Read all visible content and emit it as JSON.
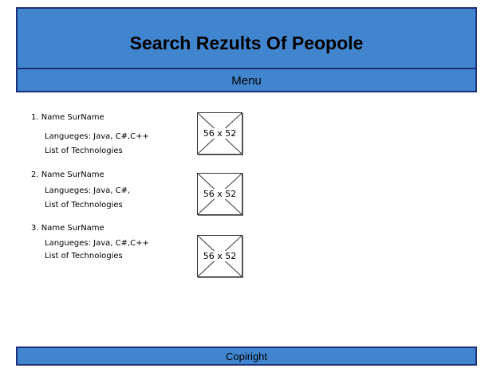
{
  "header": {
    "title": "Search Rezults Of Peopole"
  },
  "menu": {
    "label": "Menu"
  },
  "results": [
    {
      "name": "1. Name SurName",
      "languages": "Langueges: Java, C#,C++",
      "technologies": "List of Technologies",
      "image_placeholder": "56 x 52"
    },
    {
      "name": "2. Name SurName",
      "languages": "Langueges: Java, C#,",
      "technologies": "List of Technologies",
      "image_placeholder": "56 x 52"
    },
    {
      "name": "3. Name SurName",
      "languages": "Langueges: Java, C#,C++",
      "technologies": "List of Technologies",
      "image_placeholder": "56 x 52"
    }
  ],
  "footer": {
    "label": "Copiright"
  },
  "colors": {
    "bar_fill": "#4185cf",
    "bar_border": "#1b2f7a"
  }
}
